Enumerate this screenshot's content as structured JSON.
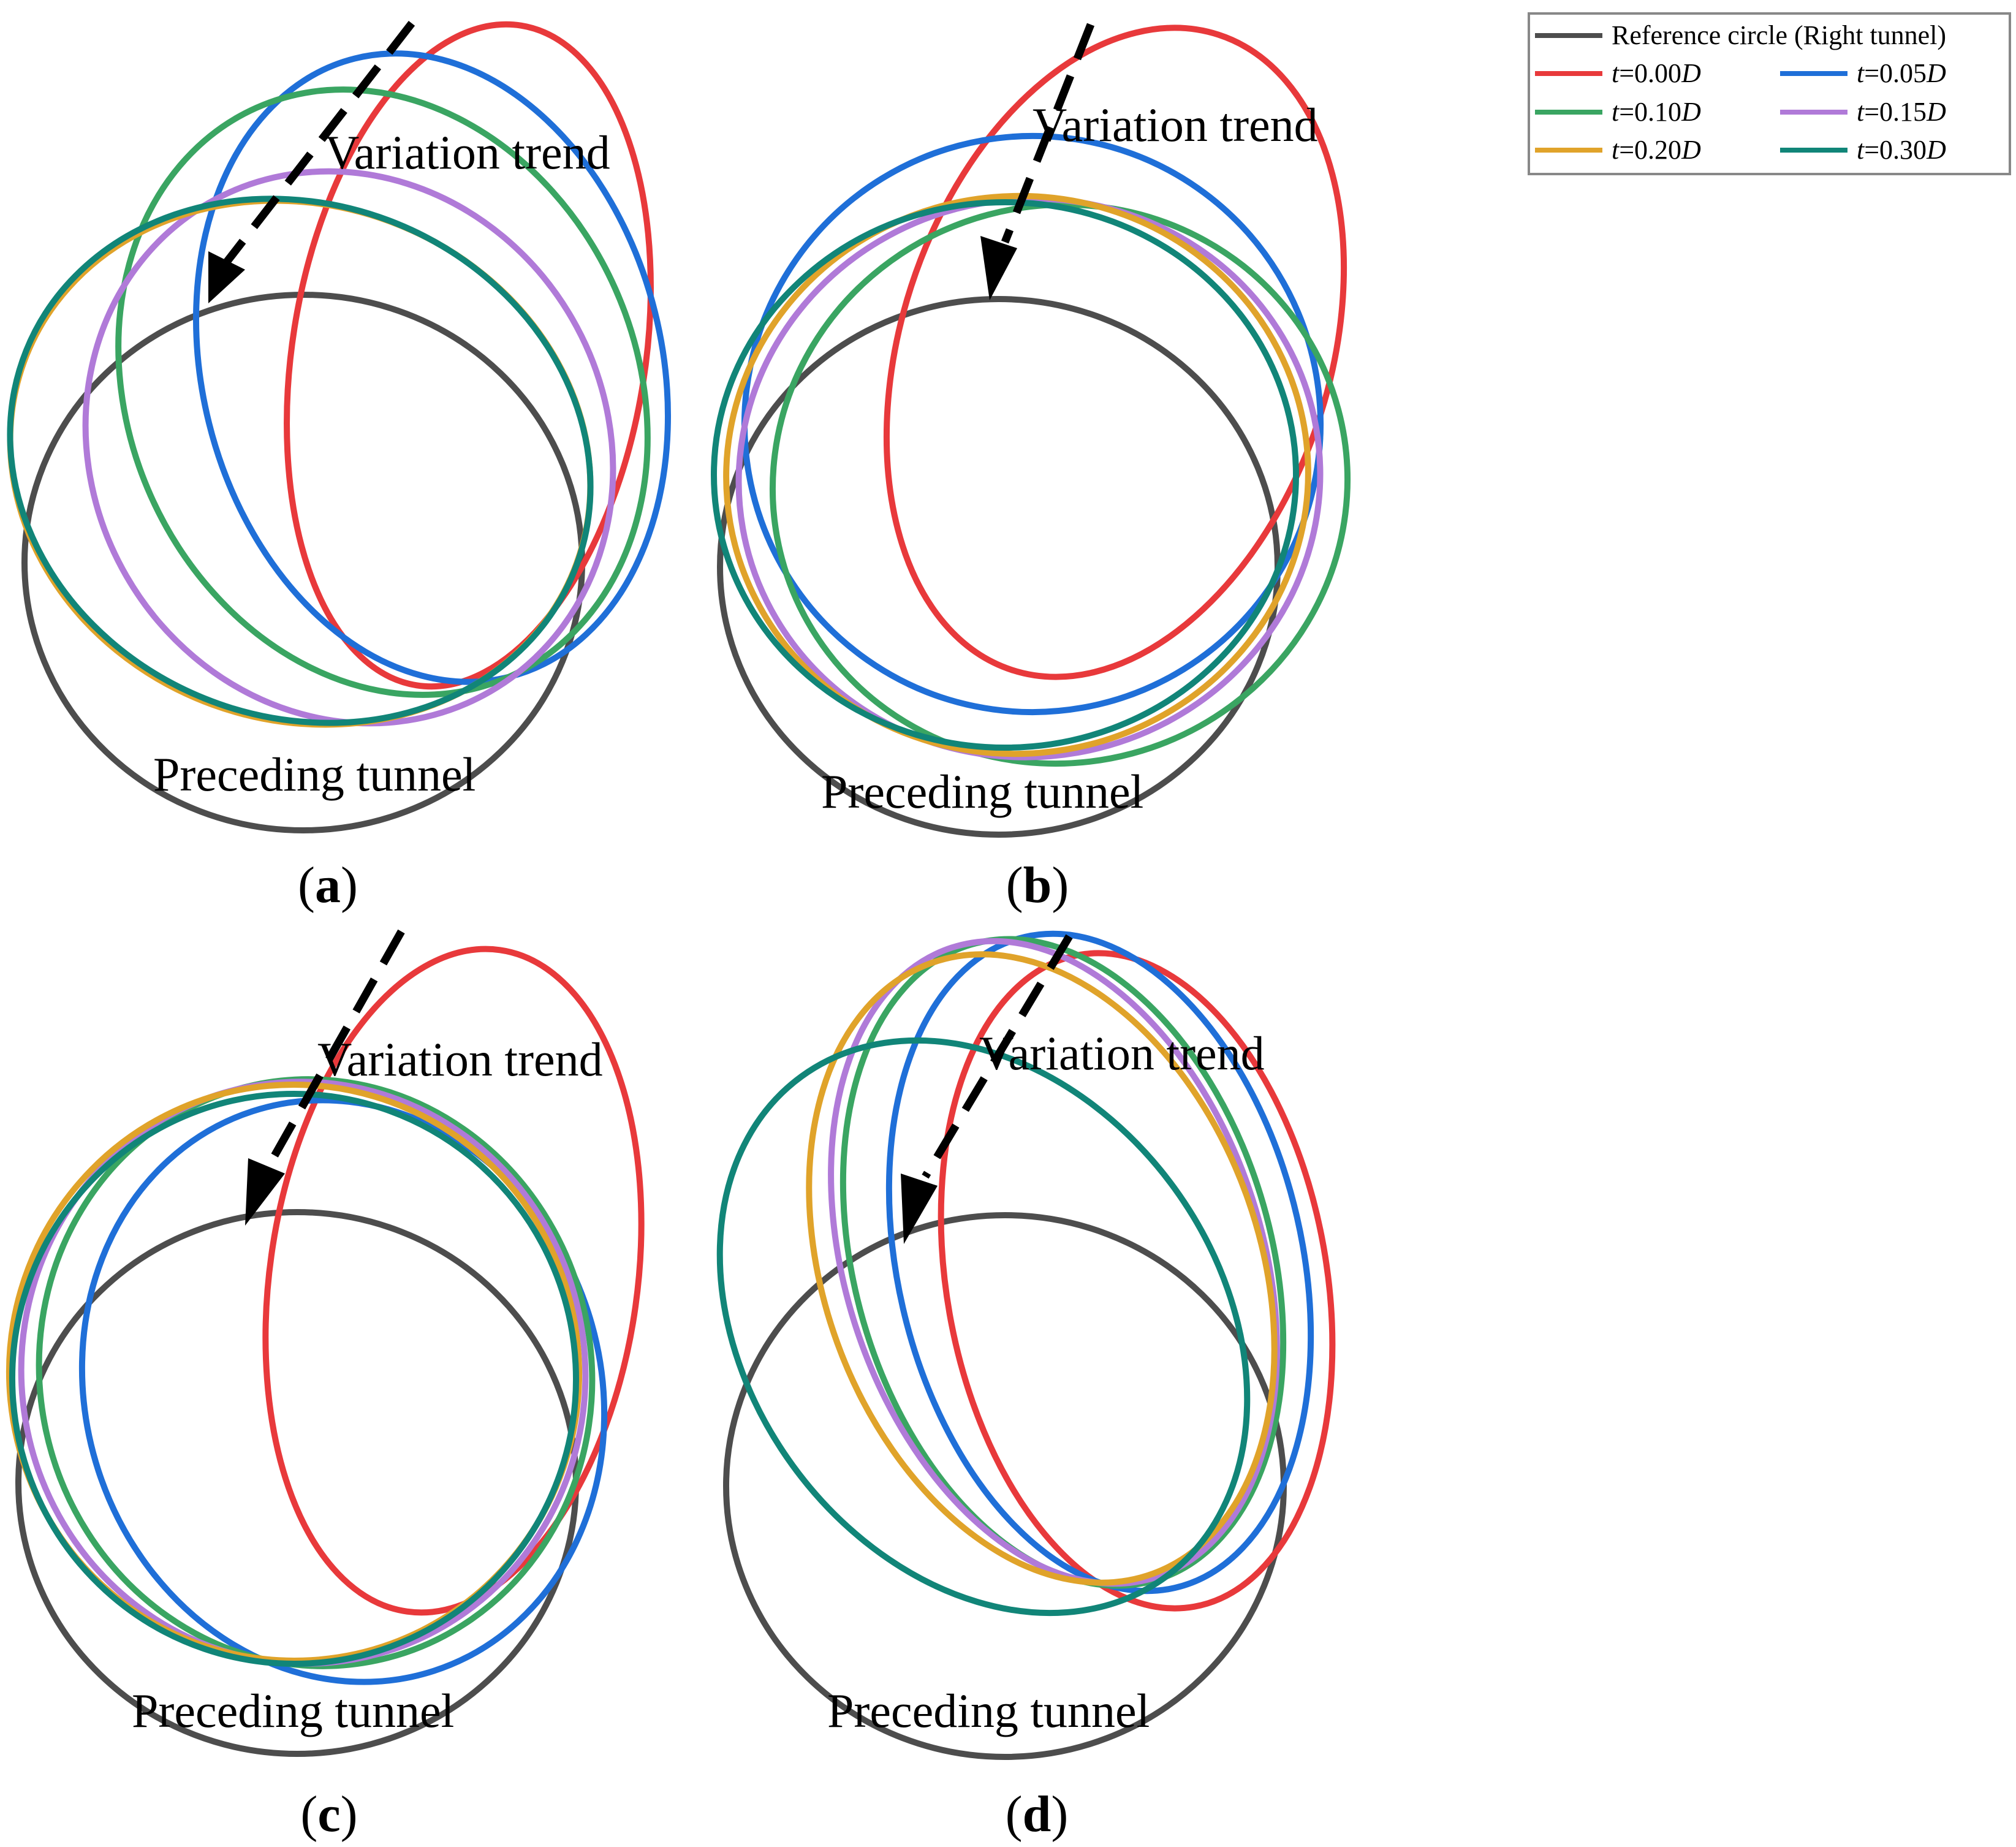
{
  "colors": {
    "reference": "#4d4d4d",
    "t000": "#e8393b",
    "t005": "#1f6fd8",
    "t010": "#3aa562",
    "t015": "#b07ad8",
    "t020": "#e0a32a",
    "t030": "#118578",
    "arrow": "#000000"
  },
  "legend": {
    "entries": [
      {
        "key": "reference",
        "label": "Reference circle (Right tunnel)"
      },
      {
        "key": "t000",
        "prefix": "t",
        "mid": "=0.00",
        "suffix": "D"
      },
      {
        "key": "t005",
        "prefix": "t",
        "mid": "=0.05",
        "suffix": "D"
      },
      {
        "key": "t010",
        "prefix": "t",
        "mid": "=0.10",
        "suffix": "D"
      },
      {
        "key": "t015",
        "prefix": "t",
        "mid": "=0.15",
        "suffix": "D"
      },
      {
        "key": "t020",
        "prefix": "t",
        "mid": "=0.20",
        "suffix": "D"
      },
      {
        "key": "t030",
        "prefix": "t",
        "mid": "=0.30",
        "suffix": "D"
      }
    ]
  },
  "panels": [
    {
      "label_open": "(",
      "label_letter": "a",
      "label_close": ")",
      "trend_label": "Variation trend",
      "tunnel_label": "Preceding tunnel"
    },
    {
      "label_open": "(",
      "label_letter": "b",
      "label_close": ")",
      "trend_label": "Variation trend",
      "tunnel_label": "Preceding tunnel"
    },
    {
      "label_open": "(",
      "label_letter": "c",
      "label_close": ")",
      "trend_label": "Variation trend",
      "tunnel_label": "Preceding tunnel"
    },
    {
      "label_open": "(",
      "label_letter": "d",
      "label_close": ")",
      "trend_label": "Variation trend",
      "tunnel_label": "Preceding tunnel"
    }
  ]
}
